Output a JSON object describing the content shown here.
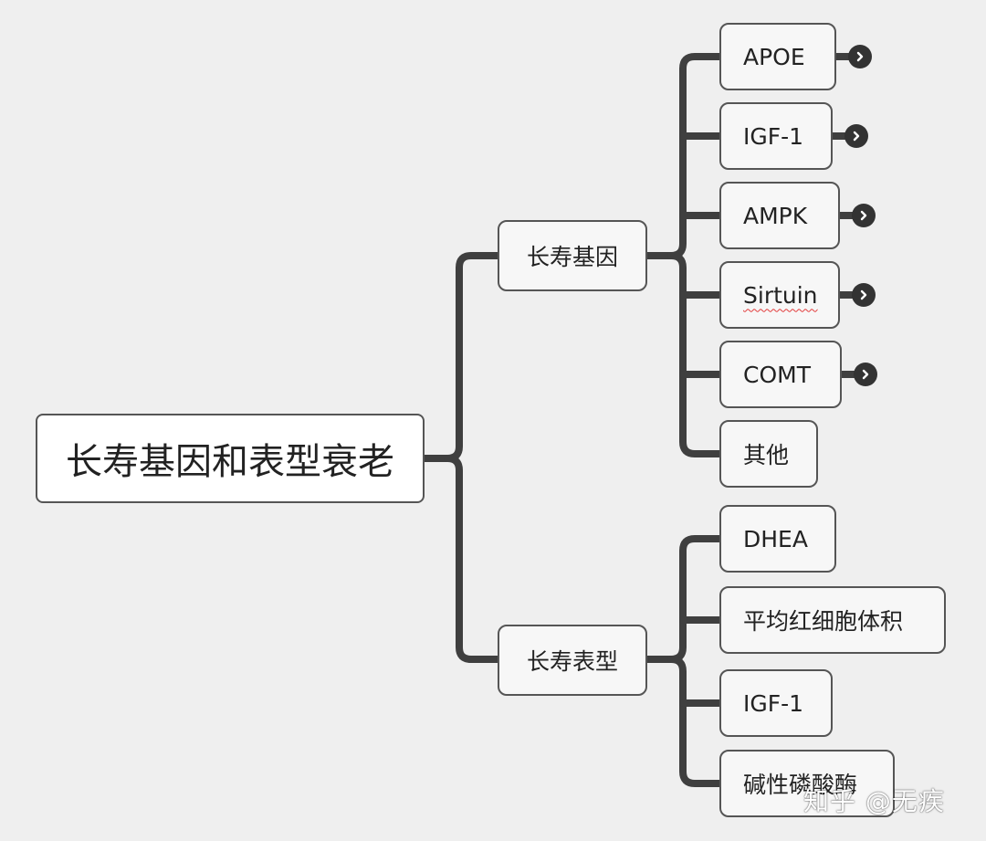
{
  "root": {
    "label": "长寿基因和表型衰老"
  },
  "branches": [
    {
      "label": "长寿基因",
      "leaves": [
        {
          "label": "APOE",
          "expandable": true
        },
        {
          "label": "IGF-1",
          "expandable": true
        },
        {
          "label": "AMPK",
          "expandable": true
        },
        {
          "label": "Sirtuin",
          "expandable": true
        },
        {
          "label": "COMT",
          "expandable": true
        },
        {
          "label": "其他",
          "expandable": false
        }
      ]
    },
    {
      "label": "长寿表型",
      "leaves": [
        {
          "label": "DHEA",
          "expandable": false
        },
        {
          "label": "平均红细胞体积",
          "expandable": false
        },
        {
          "label": "IGF-1",
          "expandable": false
        },
        {
          "label": "碱性磷酸酶",
          "expandable": false
        }
      ]
    }
  ],
  "watermark": "知乎 @无疾",
  "colors": {
    "background": "#efefef",
    "node_fill": "#f7f7f7",
    "node_border": "#555555",
    "connector": "#3f3f3f",
    "expand_icon": "#333333"
  }
}
